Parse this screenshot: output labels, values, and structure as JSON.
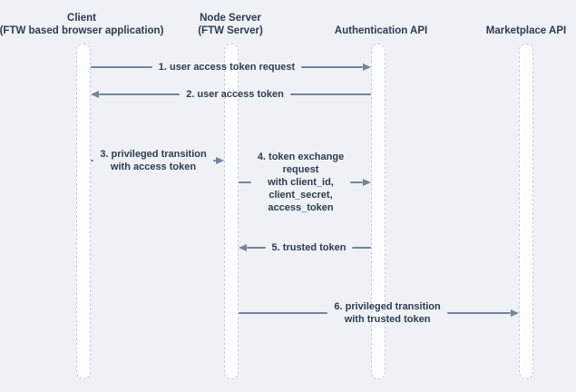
{
  "diagram": {
    "type": "sequence-diagram",
    "colors": {
      "background": "#eef1f5",
      "text": "#2e3b52",
      "arrow_line": "#74849b",
      "lifeline_fill": "#fcfdff",
      "lifeline_border": "#c9cfda"
    },
    "participants": [
      {
        "id": "client",
        "lines": [
          "Client",
          "(FTW based browser application)"
        ]
      },
      {
        "id": "node-server",
        "lines": [
          "Node Server",
          "(FTW Server)"
        ]
      },
      {
        "id": "authentication-api",
        "lines": [
          "Authentication API"
        ]
      },
      {
        "id": "marketplace-api",
        "lines": [
          "Marketplace API"
        ]
      }
    ],
    "messages": [
      {
        "num": 1,
        "from": "client",
        "to": "authentication-api",
        "direction": "right",
        "lines": [
          "1. user access token request"
        ]
      },
      {
        "num": 2,
        "from": "authentication-api",
        "to": "client",
        "direction": "left",
        "lines": [
          "2. user access token"
        ]
      },
      {
        "num": 3,
        "from": "client",
        "to": "node-server",
        "direction": "right",
        "lines": [
          "3. privileged transition",
          "with access token"
        ]
      },
      {
        "num": 4,
        "from": "node-server",
        "to": "authentication-api",
        "direction": "right",
        "lines": [
          "4. token exchange",
          "request",
          "with client_id,",
          "client_secret,",
          "access_token"
        ]
      },
      {
        "num": 5,
        "from": "authentication-api",
        "to": "node-server",
        "direction": "left",
        "lines": [
          "5. trusted token"
        ]
      },
      {
        "num": 6,
        "from": "node-server",
        "to": "marketplace-api",
        "direction": "right",
        "lines": [
          "6. privileged transition",
          "with trusted token"
        ]
      }
    ]
  }
}
